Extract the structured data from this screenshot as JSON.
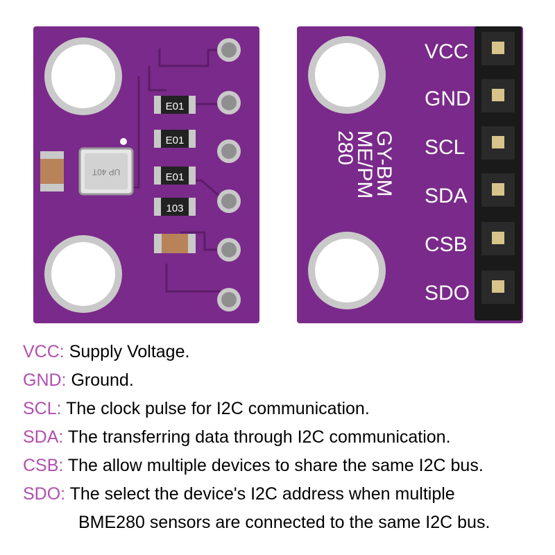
{
  "colors": {
    "accent": "#b04fae",
    "pcb": "#7a2a8a",
    "pcb_dark": "#5c1c6a",
    "silver": "#c9c9c9",
    "header_black": "#1a1a1a",
    "gold_pin": "#d8c48a"
  },
  "board_front": {
    "resistors": [
      "E01",
      "E01",
      "E01",
      "103"
    ],
    "sensor_marking": "UP 40T",
    "icons": [
      "mounting-hole-icon",
      "pin-pad-icon",
      "resistor-icon",
      "capacitor-icon",
      "sensor-chip-icon"
    ]
  },
  "board_back": {
    "model_text": [
      "GY-BM",
      "ME/PM",
      "280"
    ],
    "pin_labels": [
      "VCC",
      "GND",
      "SCL",
      "SDA",
      "CSB",
      "SDO"
    ]
  },
  "pins": [
    {
      "label": "VCC:",
      "text": "Supply Voltage."
    },
    {
      "label": "GND:",
      "text": "Ground."
    },
    {
      "label": "SCL:",
      "text": "The clock pulse for I2C communication."
    },
    {
      "label": "SDA:",
      "text": "The transferring data through I2C communication."
    },
    {
      "label": "CSB:",
      "text": "The allow multiple devices to share the same I2C bus."
    },
    {
      "label": "SDO:",
      "text": "The select the device's I2C address when multiple"
    }
  ],
  "pins_continuation": "BME280 sensors are connected to the same I2C bus."
}
